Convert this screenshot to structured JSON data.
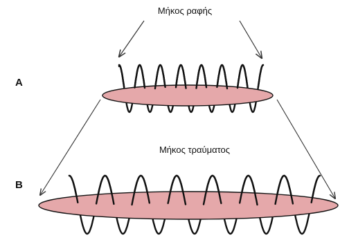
{
  "labels": {
    "suture_length": "Μήκος ραφής",
    "wound_length": "Μήκος τραύματος",
    "row_a": "A",
    "row_b": "B"
  },
  "colors": {
    "wound_fill": "#e5a8aa",
    "stroke": "#111111",
    "arrow": "#333333"
  }
}
